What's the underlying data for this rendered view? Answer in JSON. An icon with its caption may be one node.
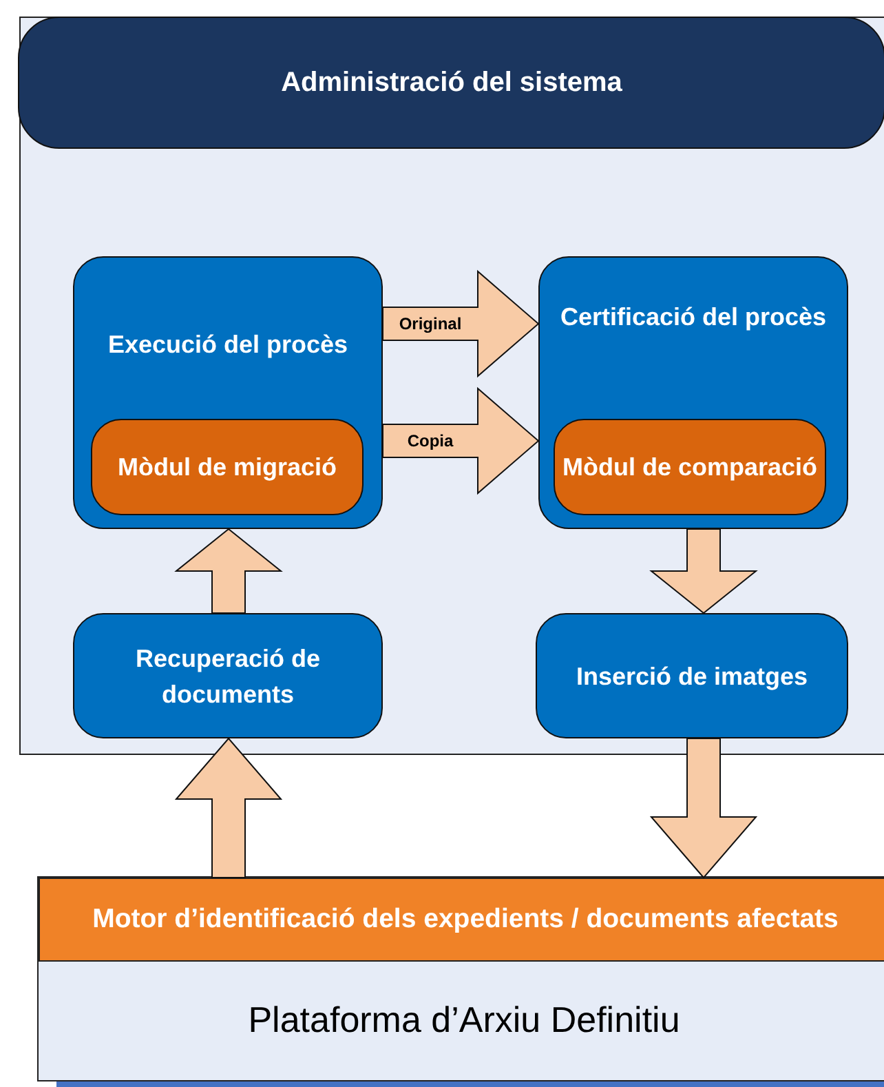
{
  "diagram": {
    "nodes": [
      {
        "text": [
          "Administració del sistema"
        ]
      },
      {
        "text": [
          "Execució del procès"
        ],
        "in": 0
      },
      {
        "text": [
          "Mòdul de migració"
        ],
        "in": 1
      },
      {
        "text": [
          "Certificació del procès"
        ],
        "in": 0
      },
      {
        "text": [
          "Mòdul de comparació"
        ],
        "in": 3
      },
      {
        "text": [
          "Recuperació de documents"
        ],
        "in": 0
      },
      {
        "text": [
          "Inserció de imatges"
        ],
        "in": 0
      },
      {
        "text": [
          "Plataforma d’Arxiu Definitiu"
        ]
      },
      {
        "text": [
          "Motor d’identificació dels expedients / documents afectats"
        ],
        "in": 7
      }
    ],
    "edges": [
      {
        "from": 1,
        "to": 3,
        "arrow": "to",
        "label": "Original"
      },
      {
        "from": 1,
        "to": 3,
        "arrow": "to",
        "label": "Copia"
      },
      {
        "from": 5,
        "to": 1,
        "arrow": "to"
      },
      {
        "from": 3,
        "to": 6,
        "arrow": "to"
      },
      {
        "from": 8,
        "to": 5,
        "arrow": "to"
      },
      {
        "from": 6,
        "to": 8,
        "arrow": "to"
      }
    ]
  }
}
